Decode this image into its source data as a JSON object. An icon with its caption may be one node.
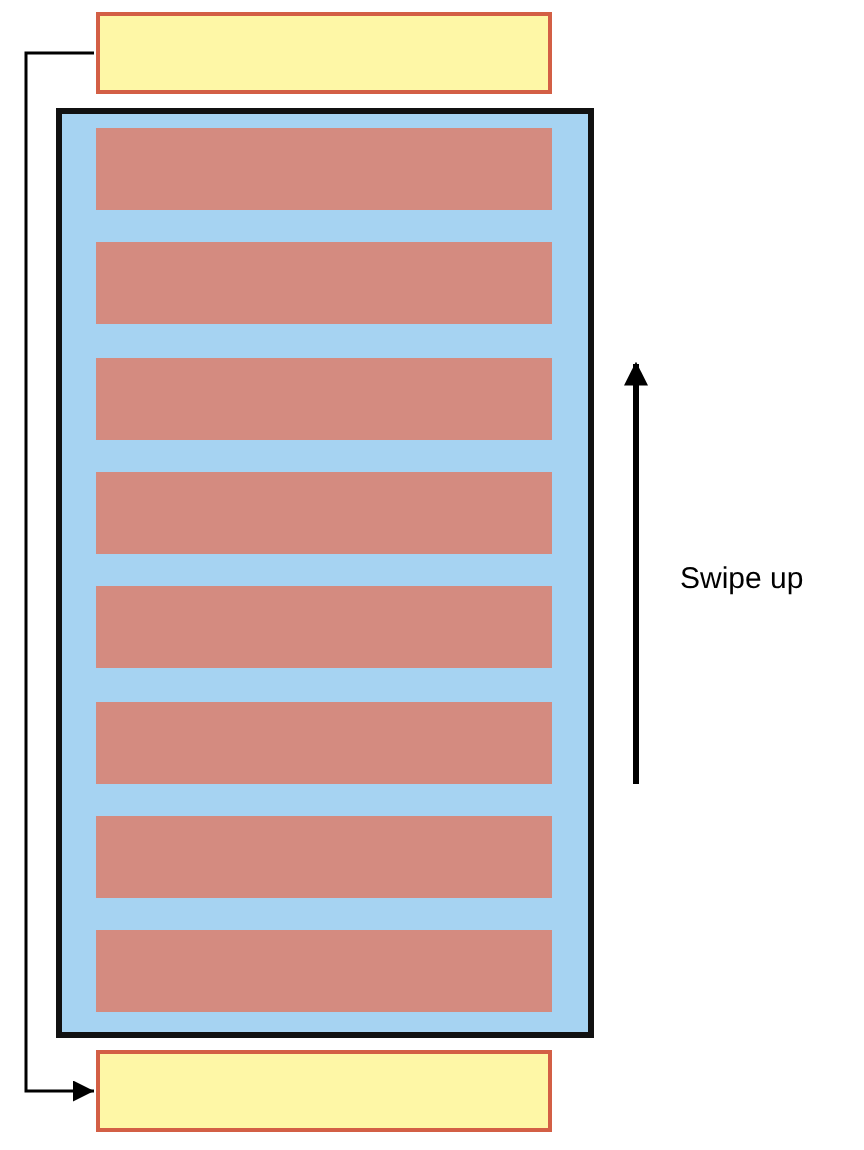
{
  "diagram": {
    "nodes": [
      {
        "text": [],
        "shape": "box"
      },
      {
        "text": [],
        "shape": "box"
      },
      {
        "text": [],
        "shape": "bar",
        "in": 1
      },
      {
        "text": [],
        "shape": "bar",
        "in": 1
      },
      {
        "text": [],
        "shape": "bar",
        "in": 1
      },
      {
        "text": [],
        "shape": "bar",
        "in": 1
      },
      {
        "text": [],
        "shape": "bar",
        "in": 1
      },
      {
        "text": [],
        "shape": "bar",
        "in": 1
      },
      {
        "text": [],
        "shape": "bar",
        "in": 1
      },
      {
        "text": [],
        "shape": "bar",
        "in": 1
      },
      {
        "text": [],
        "shape": "box"
      }
    ],
    "edges": [
      {
        "from": 0,
        "to": 10,
        "arrow": "to"
      }
    ],
    "labels": [
      "Swipe up"
    ]
  }
}
